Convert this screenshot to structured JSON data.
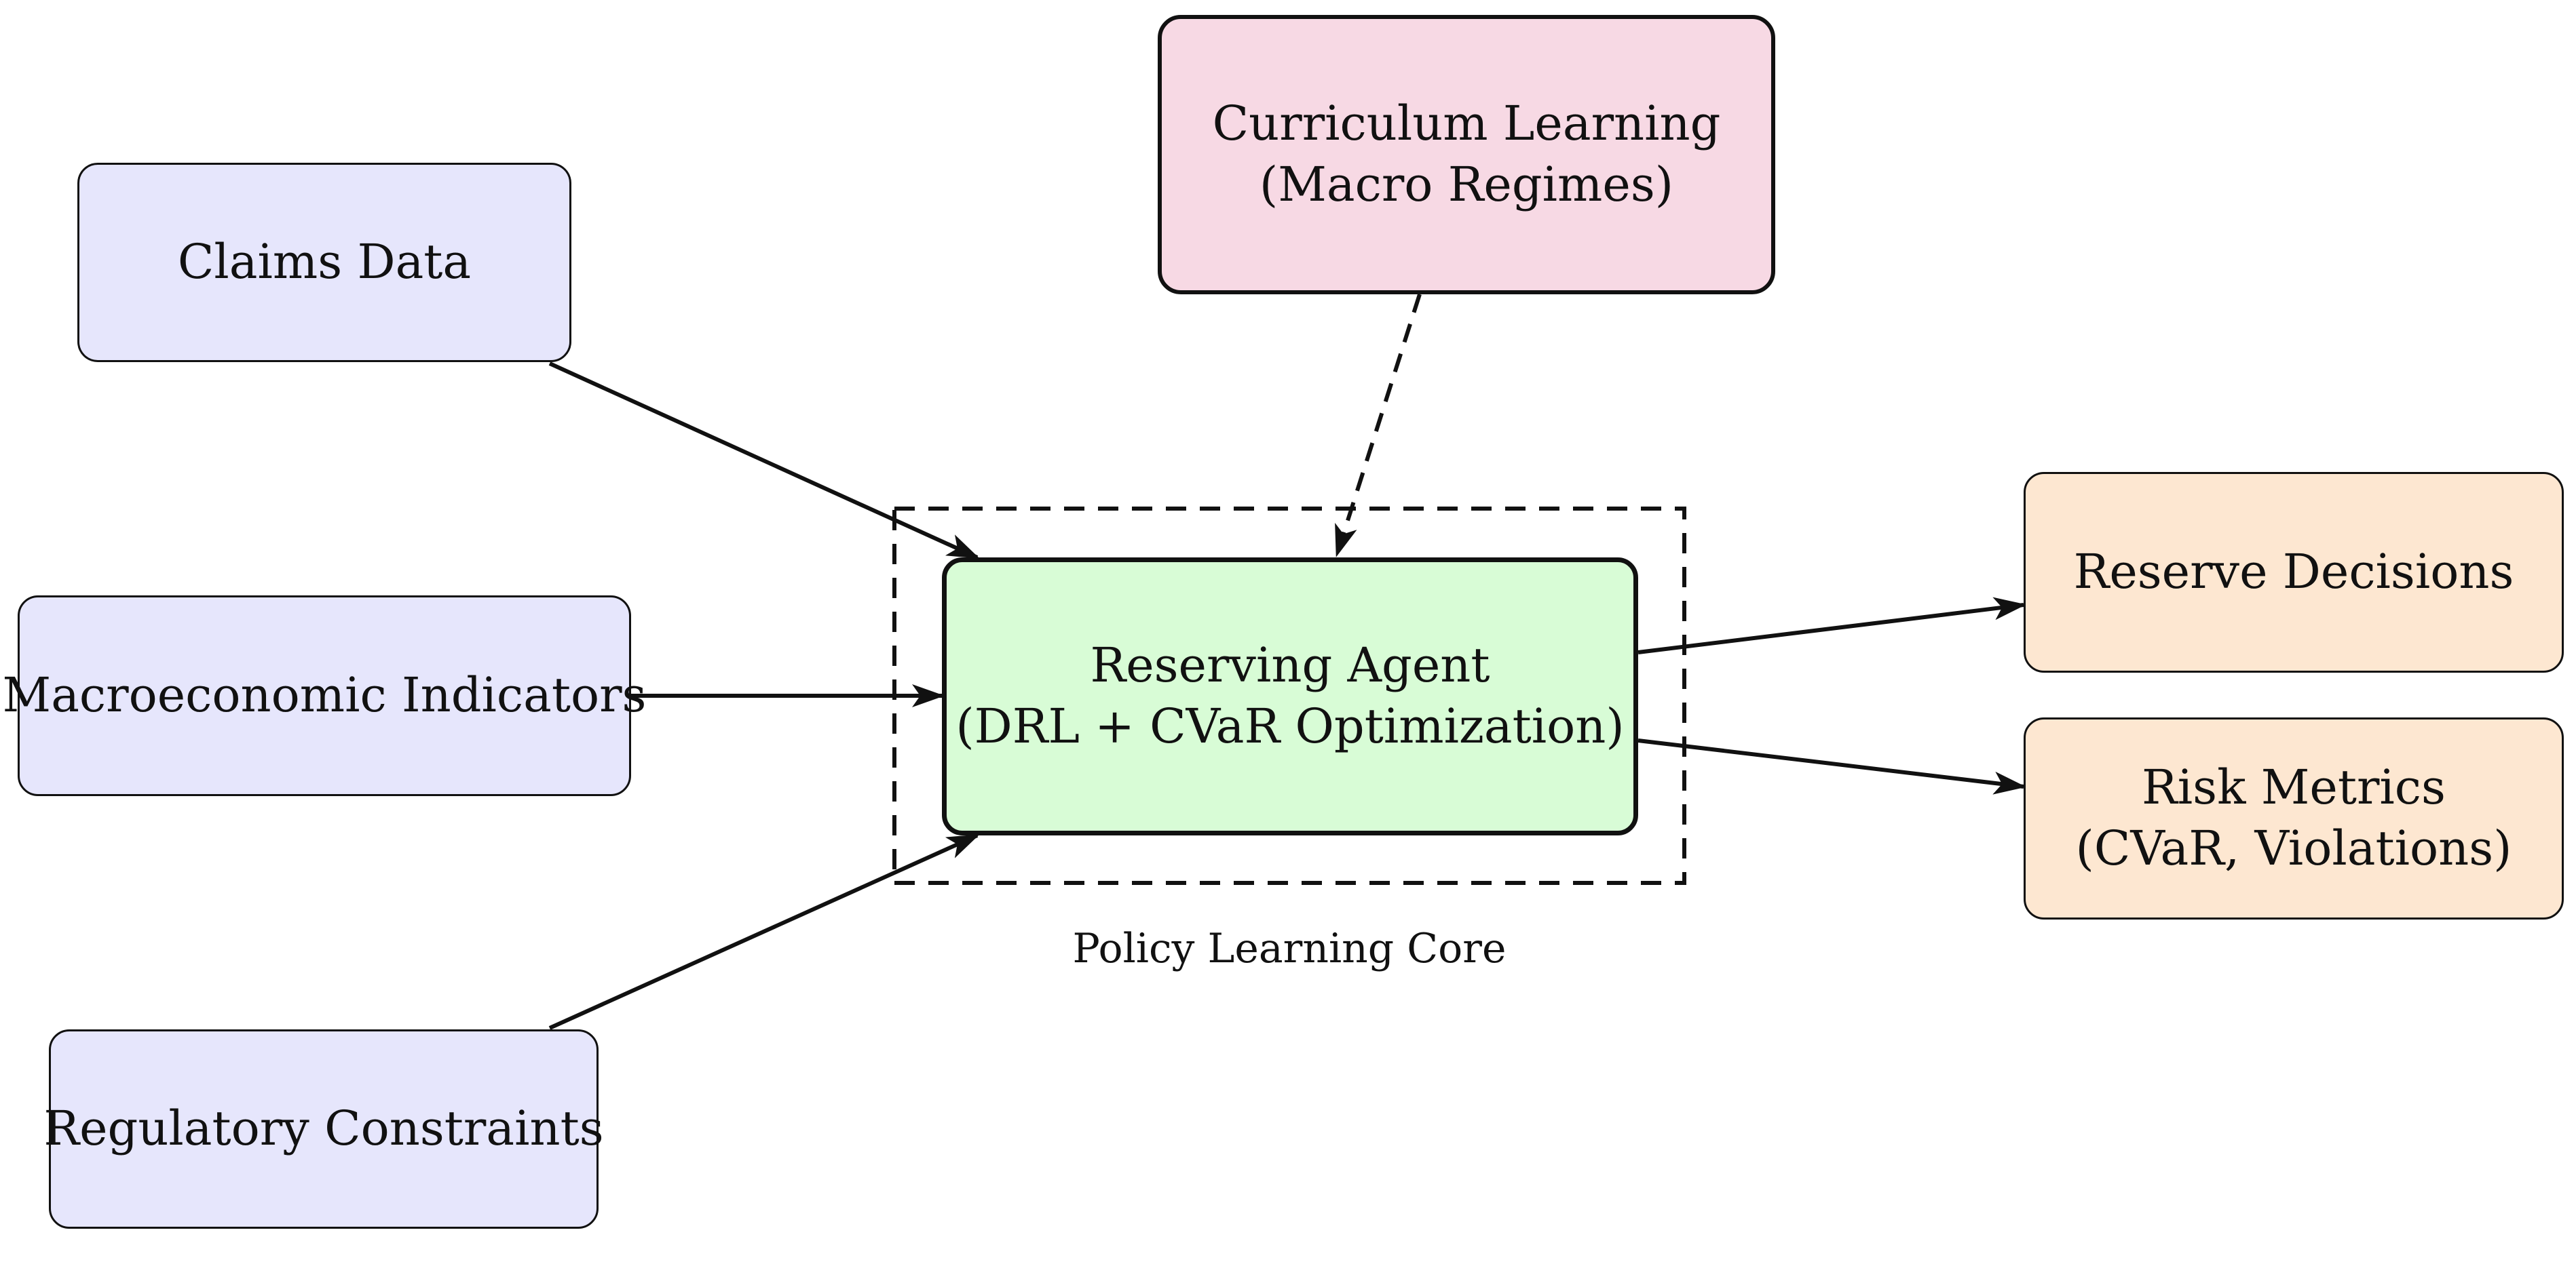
{
  "colors": {
    "input_fill": "#e6e6fc",
    "output_fill": "#fde7d1",
    "curriculum_fill": "#f7d9e4",
    "agent_fill": "#d8fcd6",
    "stroke": "#111111"
  },
  "nodes": {
    "claims_data": {
      "lines": [
        "Claims Data"
      ]
    },
    "macro_indicators": {
      "lines": [
        "Macroeconomic Indicators"
      ]
    },
    "regulatory_constraints": {
      "lines": [
        "Regulatory Constraints"
      ]
    },
    "curriculum_learning": {
      "lines": [
        "Curriculum Learning",
        "(Macro Regimes)"
      ]
    },
    "reserving_agent": {
      "lines": [
        "Reserving Agent",
        "(DRL + CVaR Optimization)"
      ]
    },
    "reserve_decisions": {
      "lines": [
        "Reserve Decisions"
      ]
    },
    "risk_metrics": {
      "lines": [
        "Risk Metrics",
        "(CVaR, Violations)"
      ]
    }
  },
  "core": {
    "label": "Policy Learning Core"
  }
}
